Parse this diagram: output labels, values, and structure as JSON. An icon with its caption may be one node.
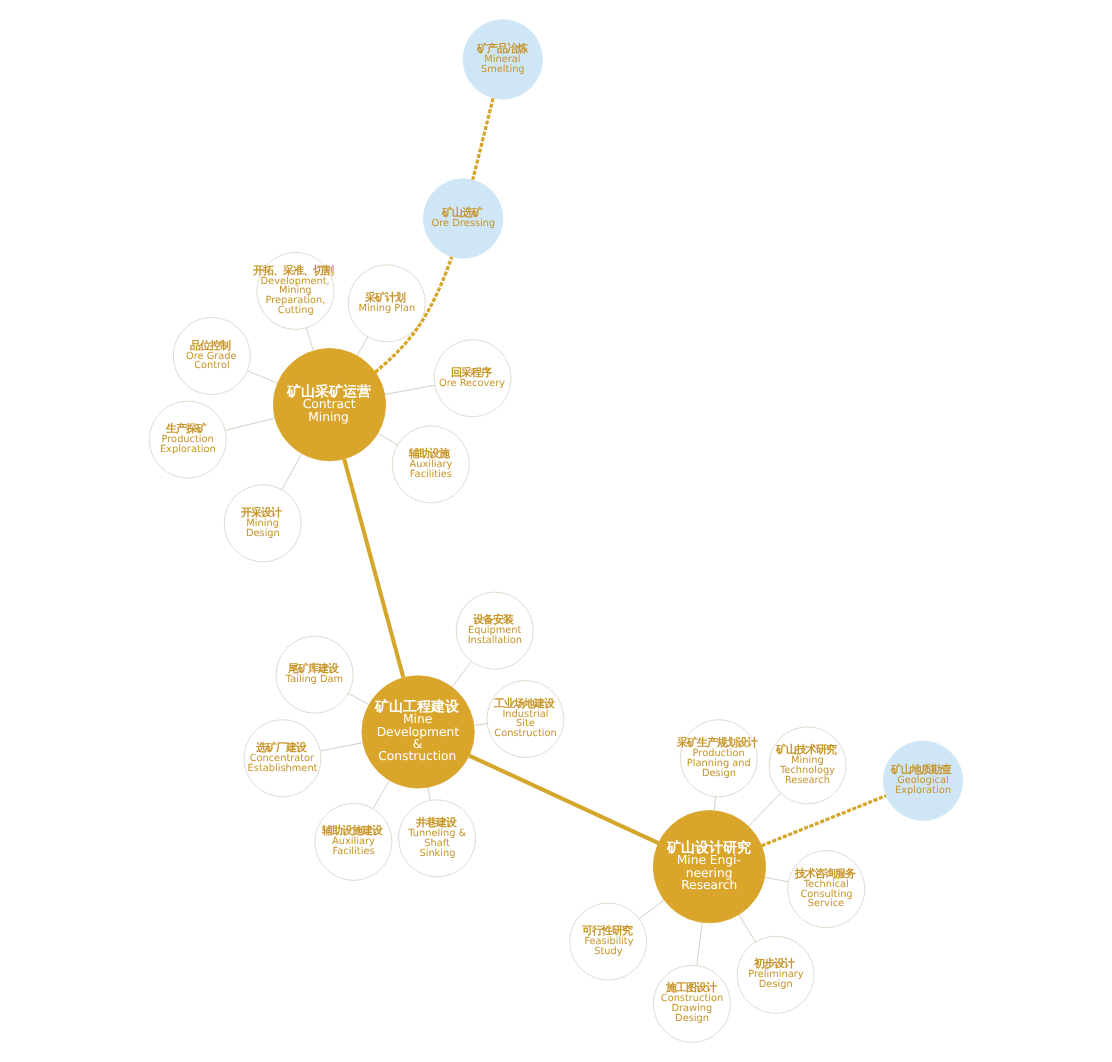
{
  "diagram": {
    "nodes": [
      {
        "text": [
          "矿山工程建设",
          "Mine Development & Construction"
        ]
      },
      {
        "text": [
          "工业场地建设",
          "Industrial Site Construction"
        ]
      },
      {
        "text": [
          "井巷建设",
          "Tunneling & Shaft Sinking"
        ]
      },
      {
        "text": [
          "选矿厂建设",
          "Concentrator Establishment"
        ]
      },
      {
        "text": [
          "设备安装",
          "Equipment Installation"
        ]
      },
      {
        "text": [
          "尾矿库建设",
          "Tailing Dam"
        ]
      },
      {
        "text": [
          "辅助设施建设",
          "Auxiliary Facilities"
        ]
      },
      {
        "text": [
          "矿山设计研究",
          "Mine Engi- neering Research"
        ]
      },
      {
        "text": [
          "可行性研究",
          "Feasibility Study"
        ]
      },
      {
        "text": [
          "初步设计",
          "Preliminary Design"
        ]
      },
      {
        "text": [
          "施工图设计",
          "Construction Drawing Design"
        ]
      },
      {
        "text": [
          "采矿生产规划设计",
          "Production Planning and Design"
        ]
      },
      {
        "text": [
          "技术咨询服务",
          "Technical Consulting Service"
        ]
      },
      {
        "text": [
          "矿山技术研究",
          "Mining Technology Research"
        ]
      },
      {
        "text": [
          "矿山采矿运营",
          "Contract Mining"
        ]
      },
      {
        "text": [
          "辅助设施",
          "Auxiliary Facilities"
        ]
      },
      {
        "text": [
          "回采程序",
          "Ore Recovery"
        ]
      },
      {
        "text": [
          "开拓、采准、切割",
          "Development, Mining Preparation, Cutting"
        ]
      },
      {
        "text": [
          "生产探矿",
          "Production Exploration"
        ]
      },
      {
        "text": [
          "品位控制",
          "Ore Grade Control"
        ]
      },
      {
        "text": [
          "采矿计划",
          "Mining Plan"
        ]
      },
      {
        "text": [
          "开采设计",
          "Mining Design"
        ]
      },
      {
        "text": [
          "矿产品冶炼",
          "Mineral Smelting"
        ]
      },
      {
        "text": [
          "矿山地质勘查",
          "Geological Exploration"
        ]
      },
      {
        "text": [
          "矿山选矿",
          "Ore Dressing"
        ]
      }
    ],
    "edges": [
      {
        "from": 0,
        "to": 7,
        "arrow": "none",
        "style": "thick",
        "color": "#d4a72c"
      },
      {
        "from": 0,
        "to": 14,
        "arrow": "none",
        "style": "thick",
        "color": "#d4a72c"
      },
      {
        "from": 0,
        "to": 1,
        "arrow": "none"
      },
      {
        "from": 0,
        "to": 2,
        "arrow": "none"
      },
      {
        "from": 0,
        "to": 3,
        "arrow": "none"
      },
      {
        "from": 0,
        "to": 4,
        "arrow": "none"
      },
      {
        "from": 0,
        "to": 5,
        "arrow": "none"
      },
      {
        "from": 0,
        "to": 6,
        "arrow": "none"
      },
      {
        "from": 7,
        "to": 8,
        "arrow": "none"
      },
      {
        "from": 7,
        "to": 9,
        "arrow": "none"
      },
      {
        "from": 7,
        "to": 10,
        "arrow": "none"
      },
      {
        "from": 7,
        "to": 11,
        "arrow": "none"
      },
      {
        "from": 7,
        "to": 12,
        "arrow": "none"
      },
      {
        "from": 7,
        "to": 13,
        "arrow": "none"
      },
      {
        "from": 14,
        "to": 15,
        "arrow": "none"
      },
      {
        "from": 14,
        "to": 16,
        "arrow": "none"
      },
      {
        "from": 14,
        "to": 17,
        "arrow": "none"
      },
      {
        "from": 14,
        "to": 18,
        "arrow": "none"
      },
      {
        "from": 14,
        "to": 19,
        "arrow": "none"
      },
      {
        "from": 14,
        "to": 20,
        "arrow": "none"
      },
      {
        "from": 14,
        "to": 21,
        "arrow": "none"
      },
      {
        "from": 7,
        "to": 23,
        "arrow": "none",
        "style": "dashed",
        "color": "#d4a72c"
      },
      {
        "from": 14,
        "to": 24,
        "arrow": "none",
        "style": "dashed",
        "color": "#d4a72c"
      },
      {
        "from": 22,
        "to": 24,
        "arrow": "none",
        "style": "dashed",
        "color": "#d4a72c"
      }
    ]
  }
}
